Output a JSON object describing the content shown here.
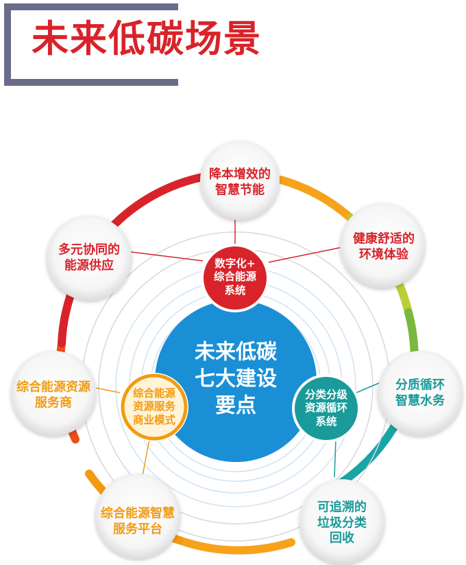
{
  "title": "未来低碳场景",
  "colors": {
    "title_red": "#d8232a",
    "frame_gray": "#6b6b8a",
    "center_blue": "#1a8fd6",
    "red": "#d8232a",
    "orange": "#f29b11",
    "teal": "#1a9a9a"
  },
  "center": {
    "lines": [
      "未来低碳",
      "七大建设",
      "要点"
    ]
  },
  "hubs": {
    "top": {
      "lines": [
        "数字化+",
        "综合能源",
        "系统"
      ]
    },
    "left": {
      "lines": [
        "综合能源",
        "资源服务",
        "商业模式"
      ]
    },
    "right": {
      "lines": [
        "分类分级",
        "资源循环",
        "系统"
      ]
    }
  },
  "nodes": [
    {
      "lines": [
        "降本增效的",
        "智慧节能"
      ],
      "color": "red"
    },
    {
      "lines": [
        "健康舒适的",
        "环境体验"
      ],
      "color": "red"
    },
    {
      "lines": [
        "分质循环",
        "智慧水务"
      ],
      "color": "teal"
    },
    {
      "lines": [
        "可追溯的",
        "垃圾分类",
        "回收"
      ],
      "color": "teal"
    },
    {
      "lines": [
        "综合能源智慧",
        "服务平台"
      ],
      "color": "orange"
    },
    {
      "lines": [
        "综合能源资源",
        "服务商"
      ],
      "color": "orange"
    },
    {
      "lines": [
        "多元协同的",
        "能源供应"
      ],
      "color": "red"
    }
  ]
}
